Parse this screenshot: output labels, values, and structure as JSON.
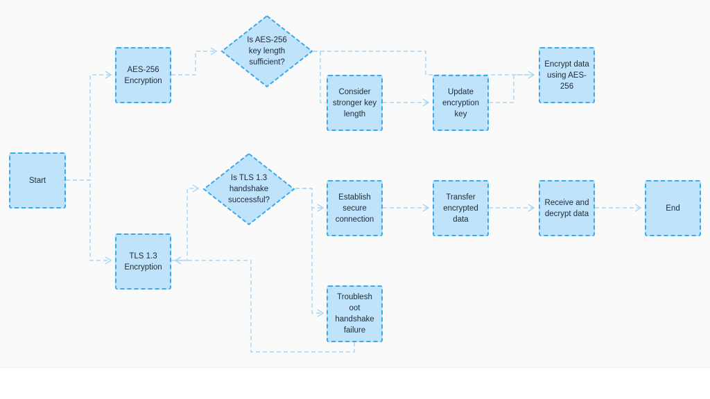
{
  "nodes": {
    "start": "Start",
    "aes": "AES-256 Encryption",
    "aes_check": "Is AES-256 key length sufficient?",
    "stronger_key": "Consider stronger key length",
    "update_key": "Update encryption key",
    "encrypt": "Encrypt data using AES-256",
    "tls": "TLS 1.3 Encryption",
    "tls_check": "Is TLS 1.3 handshake successful?",
    "establish": "Establish secure connection",
    "transfer": "Transfer encrypted data",
    "receive": "Receive and decrypt data",
    "end": "End",
    "troubleshoot": "Troublesh oot handshake failure"
  },
  "colors": {
    "node_fill": "#bfe3fb",
    "node_border": "#3aa9ec",
    "edge": "#a9d8f6",
    "background": "#fafafa"
  }
}
